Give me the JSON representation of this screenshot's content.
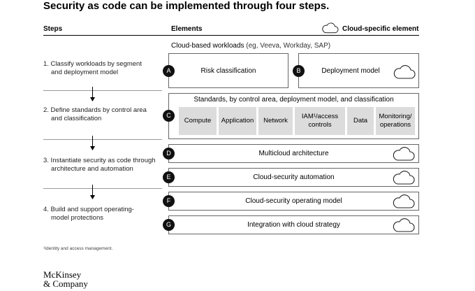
{
  "title": "Security as code can be implemented through four steps.",
  "headers": {
    "steps": "Steps",
    "elements": "Elements",
    "legend": "Cloud-specific element"
  },
  "workloads_label": "Cloud-based workloads",
  "workloads_examples": " (eg, Veeva, Workday, SAP)",
  "steps": [
    {
      "line1": "1. Classify workloads by segment",
      "line2": "and deployment model"
    },
    {
      "line1": "2. Define standards by control area",
      "line2": "and classification"
    },
    {
      "line1": "3. Instantiate security as code through",
      "line2": "architecture and automation"
    },
    {
      "line1": "4. Build and support operating-",
      "line2": "model protections"
    }
  ],
  "elements": {
    "a": {
      "letter": "A",
      "label": "Risk classification"
    },
    "b": {
      "letter": "B",
      "label": "Deployment model",
      "cloud": true
    },
    "c": {
      "letter": "C",
      "title": "Standards, by control area, deployment model, and classification",
      "cells": [
        {
          "line1": "Compute",
          "line2": ""
        },
        {
          "line1": "Application",
          "line2": ""
        },
        {
          "line1": "Network",
          "line2": ""
        },
        {
          "line1": "IAM¹/access",
          "line2": "controls"
        },
        {
          "line1": "Data",
          "line2": ""
        },
        {
          "line1": "Monitoring/",
          "line2": "operations"
        }
      ]
    },
    "d": {
      "letter": "D",
      "label": "Multicloud architecture",
      "cloud": true
    },
    "e": {
      "letter": "E",
      "label": "Cloud-security automation",
      "cloud": true
    },
    "f": {
      "letter": "F",
      "label": "Cloud-security operating model",
      "cloud": true
    },
    "g": {
      "letter": "G",
      "label": "Integration with cloud strategy",
      "cloud": true
    }
  },
  "footnote": "¹Identity and access management.",
  "logo": {
    "line1": "McKinsey",
    "line2": "& Company"
  }
}
